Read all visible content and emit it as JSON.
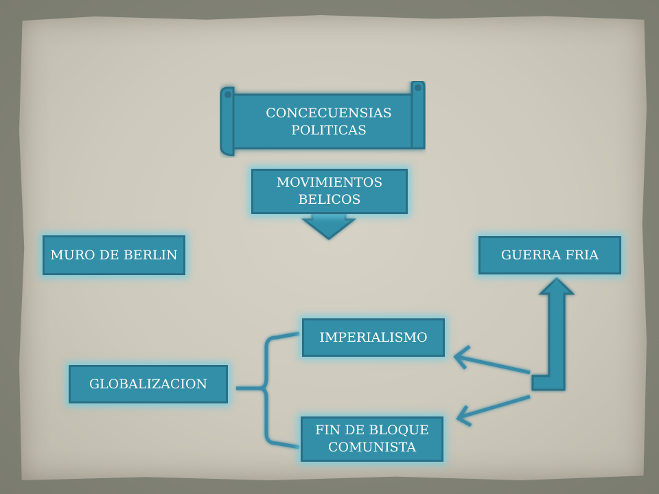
{
  "scroll": {
    "label": "CONCECUENSIAS POLITICAS"
  },
  "nodes": {
    "movimientos": "MOVIMIENTOS BELICOS",
    "muro": "MURO DE BERLIN",
    "guerra": "GUERRA FRIA",
    "imperialismo": "IMPERIALISMO",
    "globalizacion": "GLOBALIZACION",
    "fin_bloque": "FIN DE BLOQUE COMUNISTA"
  },
  "colors": {
    "box_fill": "#338fa7",
    "box_border": "#2a6f86",
    "glow": "#6ecde1",
    "parchment": "#d6d2c6"
  }
}
